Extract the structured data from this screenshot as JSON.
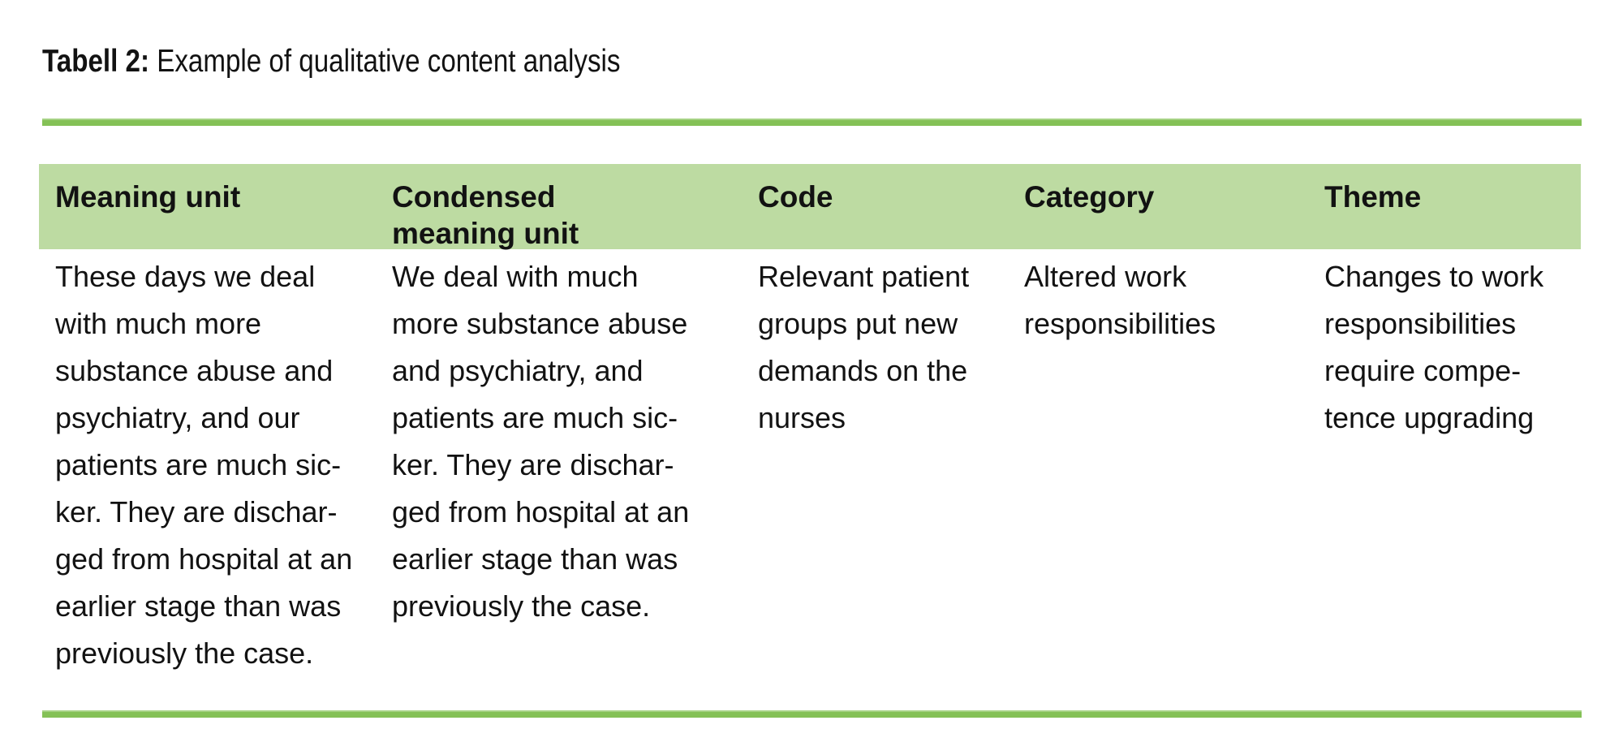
{
  "caption": {
    "label": "Tabell 2:",
    "text": " Example of qualitative content analysis"
  },
  "colors": {
    "rule_green": "#84c156",
    "header_band_green": "#bddba2",
    "text": "#121212",
    "background": "#ffffff"
  },
  "table": {
    "columns": [
      {
        "header": "Meaning unit",
        "cell": "These days we deal\nwith much more\nsubstance abuse and\npsychiatry, and our\npatients are much sic-\nker. They are dischar-\nged from hospital at an\nearlier stage than was\npreviously the case."
      },
      {
        "header": "Condensed\nmeaning unit",
        "cell": "We deal with much\nmore substance abuse\nand psychiatry, and\npatients are much sic-\nker. They are dischar-\nged from hospital at an\nearlier stage than was\npreviously the case."
      },
      {
        "header": "Code",
        "cell": "Relevant patient\ngroups put new\ndemands on the\nnurses"
      },
      {
        "header": "Category",
        "cell": "Altered work\nresponsibilities"
      },
      {
        "header": "Theme",
        "cell": "Changes to work\nresponsibilities\nrequire compe-\ntence upgrading"
      }
    ]
  }
}
